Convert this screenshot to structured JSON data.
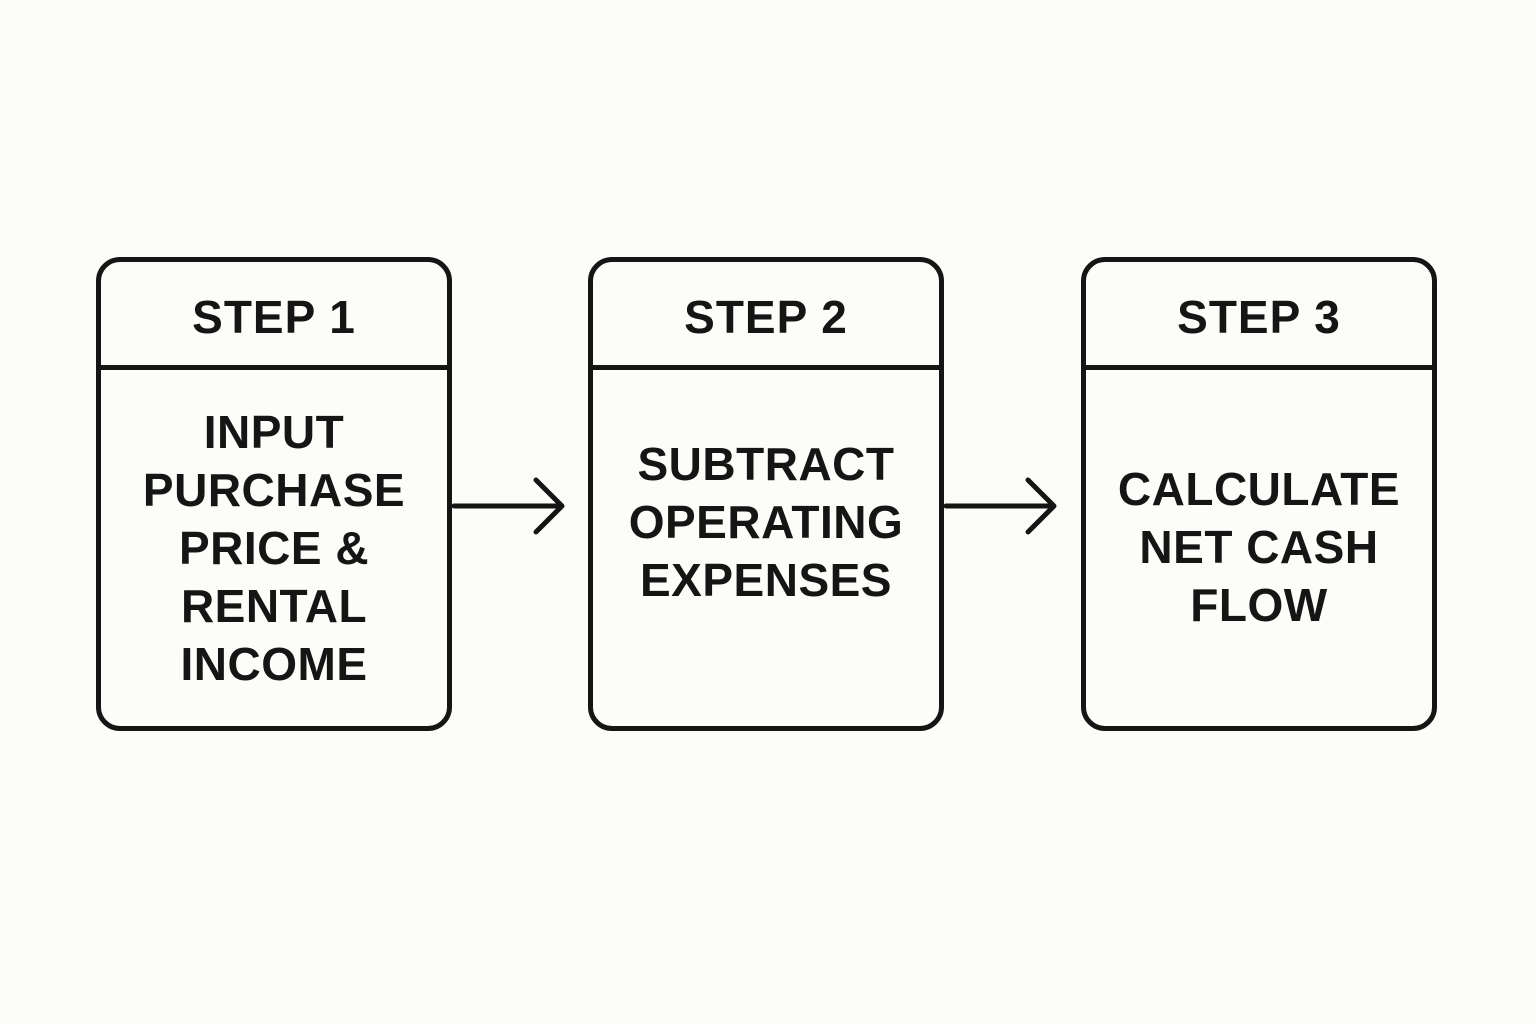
{
  "steps": [
    {
      "title": "STEP 1",
      "lines": [
        "INPUT",
        "PURCHASE",
        "PRICE &",
        "RENTAL",
        "INCOME"
      ]
    },
    {
      "title": "STEP 2",
      "lines": [
        "SUBTRACT",
        "OPERATING",
        "EXPENSES"
      ]
    },
    {
      "title": "STEP 3",
      "lines": [
        "CALCULATE",
        "NET CASH",
        "FLOW"
      ]
    }
  ],
  "colors": {
    "background": "#fcfcf8",
    "ink": "#151515"
  },
  "icons": [
    "arrow-right-icon",
    "arrow-right-icon"
  ]
}
